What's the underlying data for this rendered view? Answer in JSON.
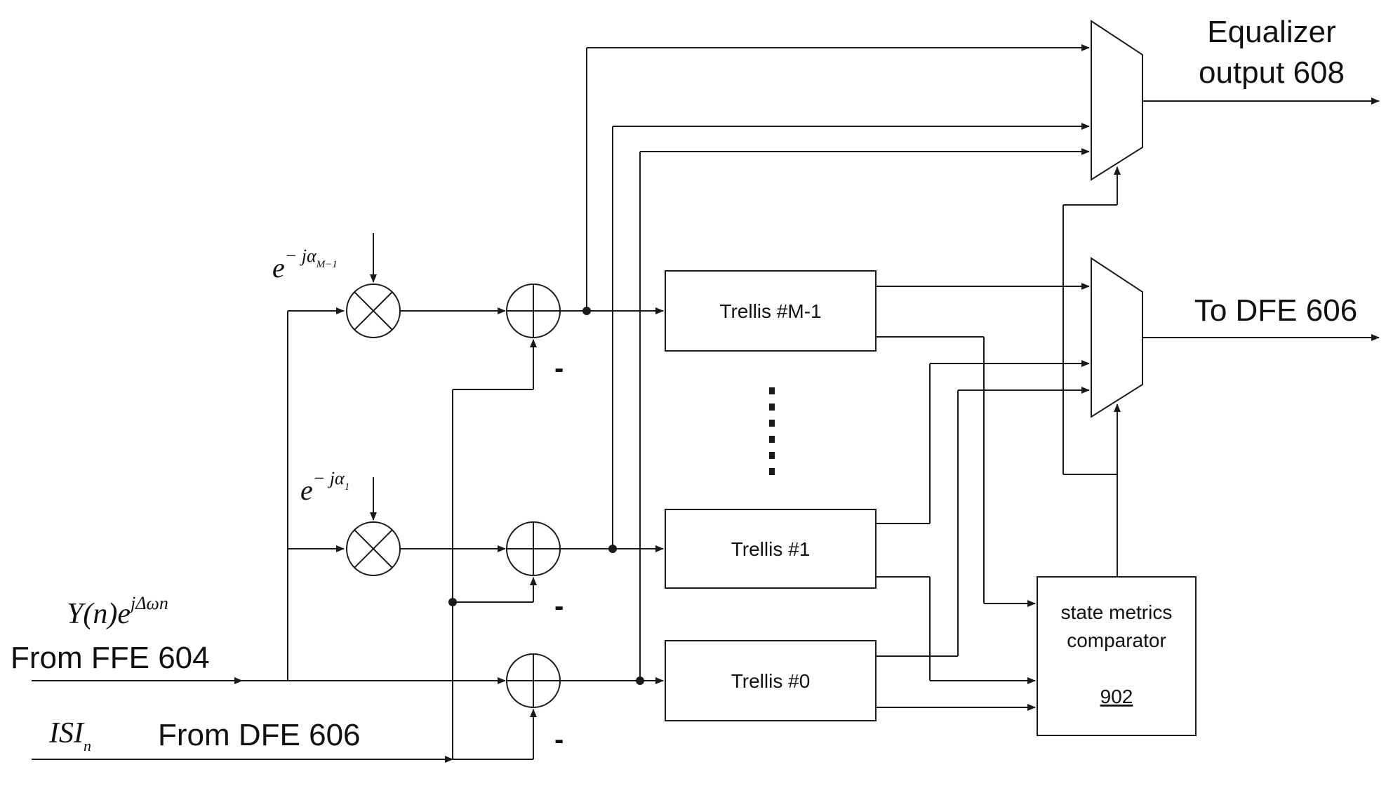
{
  "inputs": {
    "ffe_math": "Y(n)e",
    "ffe_math_exp": "jΔωn",
    "ffe_label": "From FFE 604",
    "isi_math": "ISI",
    "isi_math_sub": "n",
    "dfe_label": "From DFE 606"
  },
  "phase_terms": {
    "top": {
      "base": "e",
      "exp": "− jα",
      "sub": "M−1"
    },
    "mid": {
      "base": "e",
      "exp": "− jα",
      "sub": "1"
    }
  },
  "minus_sign": "-",
  "trellis": {
    "top": "Trellis #M-1",
    "mid": "Trellis #1",
    "bot": "Trellis #0"
  },
  "comparator": {
    "line1": "state metrics",
    "line2": "comparator",
    "ref": "902"
  },
  "outputs": {
    "equalizer_line1": "Equalizer",
    "equalizer_line2": "output 608",
    "to_dfe": "To DFE 606"
  }
}
